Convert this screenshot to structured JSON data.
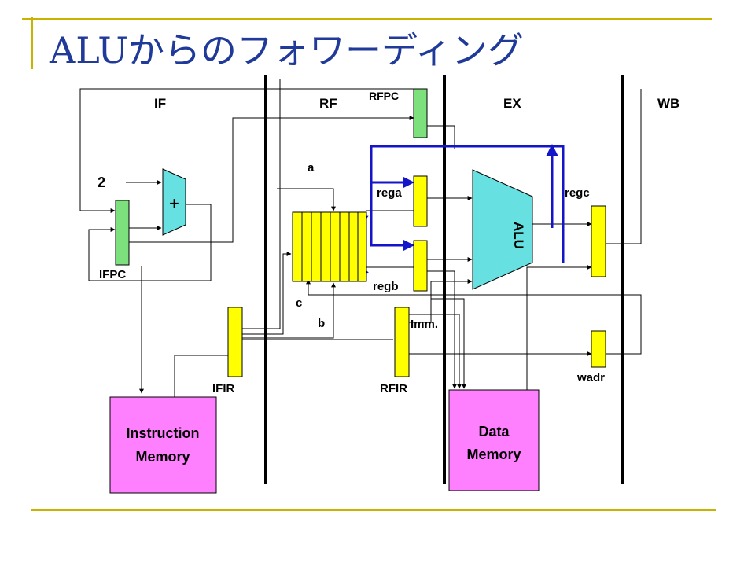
{
  "slide": {
    "title": "ALUからのフォワーディング",
    "accent_color": "#C8B400",
    "title_color": "#1F3A99"
  },
  "stages": [
    "IF",
    "RF",
    "EX",
    "WB"
  ],
  "constant": "2",
  "adder_symbol": "+",
  "alu_label": "ALU",
  "labels": {
    "ifpc": "IFPC",
    "rfpc": "RFPC",
    "ifir": "IFIR",
    "rfir": "RFIR",
    "rega": "rega",
    "regb": "regb",
    "regc": "regc",
    "wadr": "wadr",
    "imm": "Imm.",
    "port_a": "a",
    "port_b": "b",
    "port_c": "c"
  },
  "instruction_memory": {
    "line1": "Instruction",
    "line2": "Memory"
  },
  "data_memory": {
    "line1": "Data",
    "line2": "Memory"
  },
  "colors": {
    "register_green": "#7CE07C",
    "register_yellow": "#FFFF00",
    "alu_cyan": "#66E0E0",
    "memory_pink": "#FF80FF",
    "forwarding_blue": "#1414C8"
  }
}
